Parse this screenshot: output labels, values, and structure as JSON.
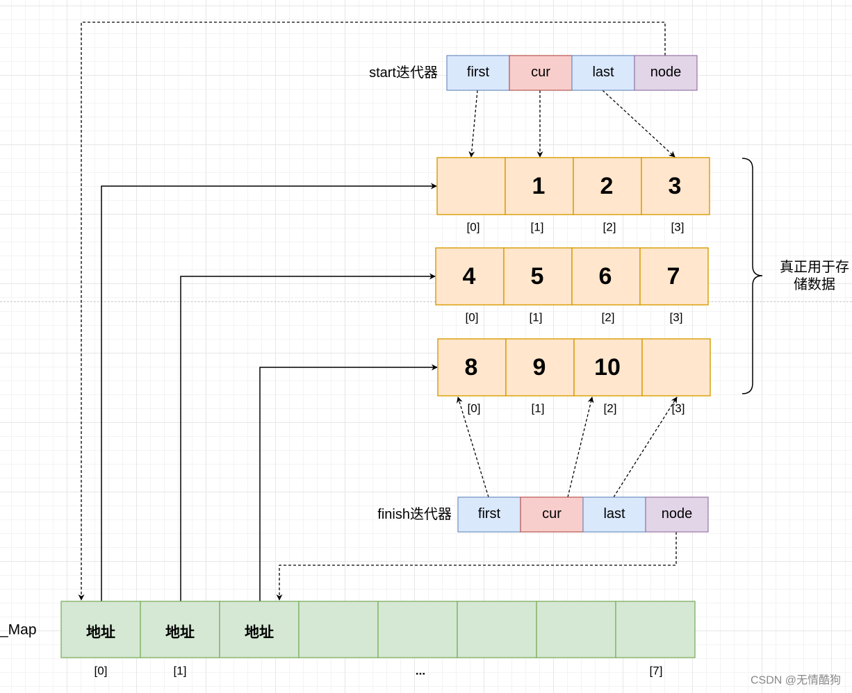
{
  "iterators": {
    "start": {
      "label": "start迭代器",
      "cells": [
        "first",
        "cur",
        "last",
        "node"
      ]
    },
    "finish": {
      "label": "finish迭代器",
      "cells": [
        "first",
        "cur",
        "last",
        "node"
      ]
    }
  },
  "buffers": [
    {
      "cells": [
        "",
        "1",
        "2",
        "3"
      ],
      "indices": [
        "[0]",
        "[1]",
        "[2]",
        "[3]"
      ]
    },
    {
      "cells": [
        "4",
        "5",
        "6",
        "7"
      ],
      "indices": [
        "[0]",
        "[1]",
        "[2]",
        "[3]"
      ]
    },
    {
      "cells": [
        "8",
        "9",
        "10",
        ""
      ],
      "indices": [
        "[0]",
        "[1]",
        "[2]",
        "[3]"
      ]
    }
  ],
  "map": {
    "label": "_Map",
    "cells": [
      "地址",
      "地址",
      "地址",
      "",
      "",
      "",
      "",
      ""
    ],
    "index_first": "[0]",
    "index_second": "[1]",
    "index_ellipsis": "...",
    "index_last": "[7]"
  },
  "brace_label_line1": "真正用于存",
  "brace_label_line2": "储数据",
  "watermark": "CSDN @无情酷狗",
  "colors": {
    "first_fill": "#dae8fc",
    "first_stroke": "#6c8ebf",
    "cur_fill": "#f8cecc",
    "cur_stroke": "#b85450",
    "last_fill": "#dae8fc",
    "last_stroke": "#6c8ebf",
    "node_fill": "#e1d5e7",
    "node_stroke": "#9673a6",
    "buffer_fill": "#ffe6cc",
    "buffer_stroke": "#d79b00",
    "map_fill": "#d5e8d4",
    "map_stroke": "#82b366"
  }
}
